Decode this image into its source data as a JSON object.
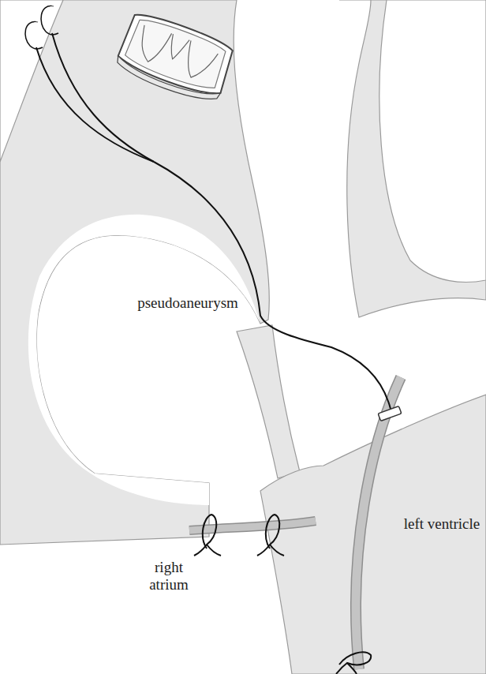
{
  "diagram": {
    "labels": [
      "pseudoaneurysm",
      "left ventricle",
      "right atrium"
    ]
  }
}
